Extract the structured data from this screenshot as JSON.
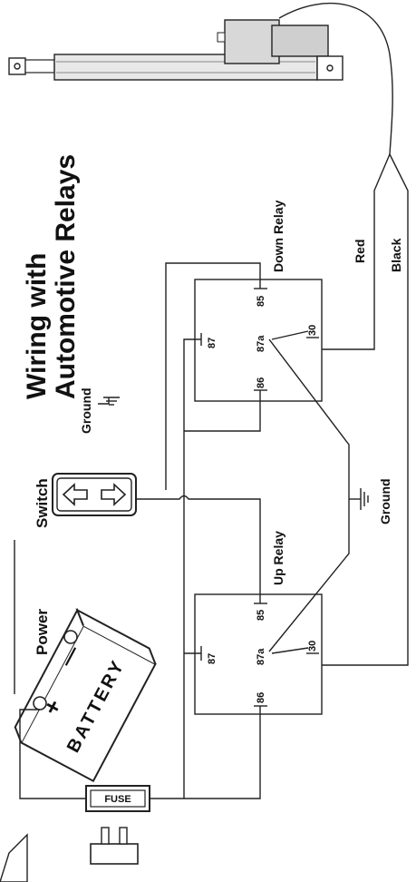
{
  "title": {
    "line1": "Wiring with",
    "line2": "Automotive Relays"
  },
  "labels": {
    "down_relay": "Down Relay",
    "up_relay": "Up Relay",
    "switch": "Switch",
    "power": "Power",
    "ground_top": "Ground",
    "ground_bottom": "Ground",
    "red": "Red",
    "black": "Black",
    "fuse": "FUSE",
    "battery": "BATTERY",
    "battery_plus": "+",
    "battery_minus": "—"
  },
  "down_relay_pins": {
    "p85": "85",
    "p87": "87",
    "p87a": "87a",
    "p86": "86",
    "p30": "30"
  },
  "up_relay_pins": {
    "p85": "85",
    "p87": "87",
    "p87a": "87a",
    "p86": "86",
    "p30": "30"
  }
}
